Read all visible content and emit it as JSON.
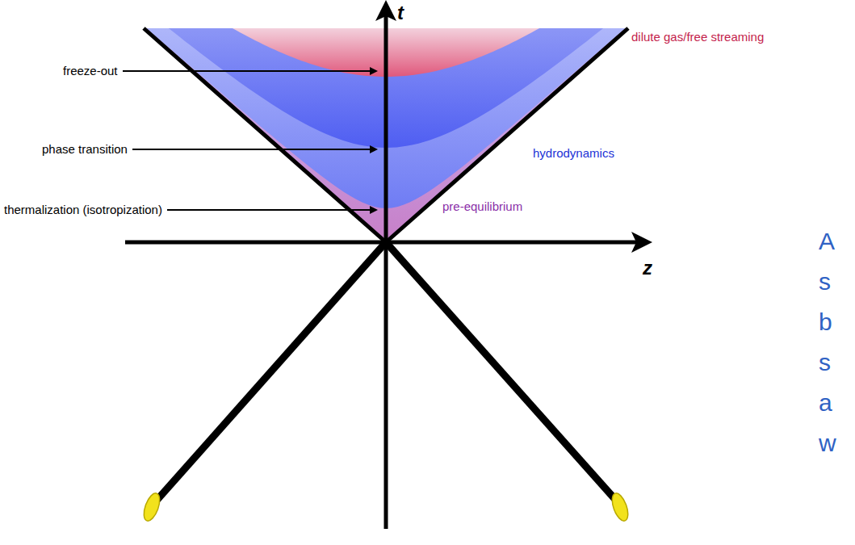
{
  "diagram": {
    "labels": [
      "freeze-out",
      "phase transition",
      "thermalization (isotropization)",
      "dilute gas/free streaming",
      "hydrodynamics",
      "pre-equilibrium",
      "t",
      "z",
      "A",
      "s",
      "b",
      "s",
      "a",
      "w"
    ]
  }
}
